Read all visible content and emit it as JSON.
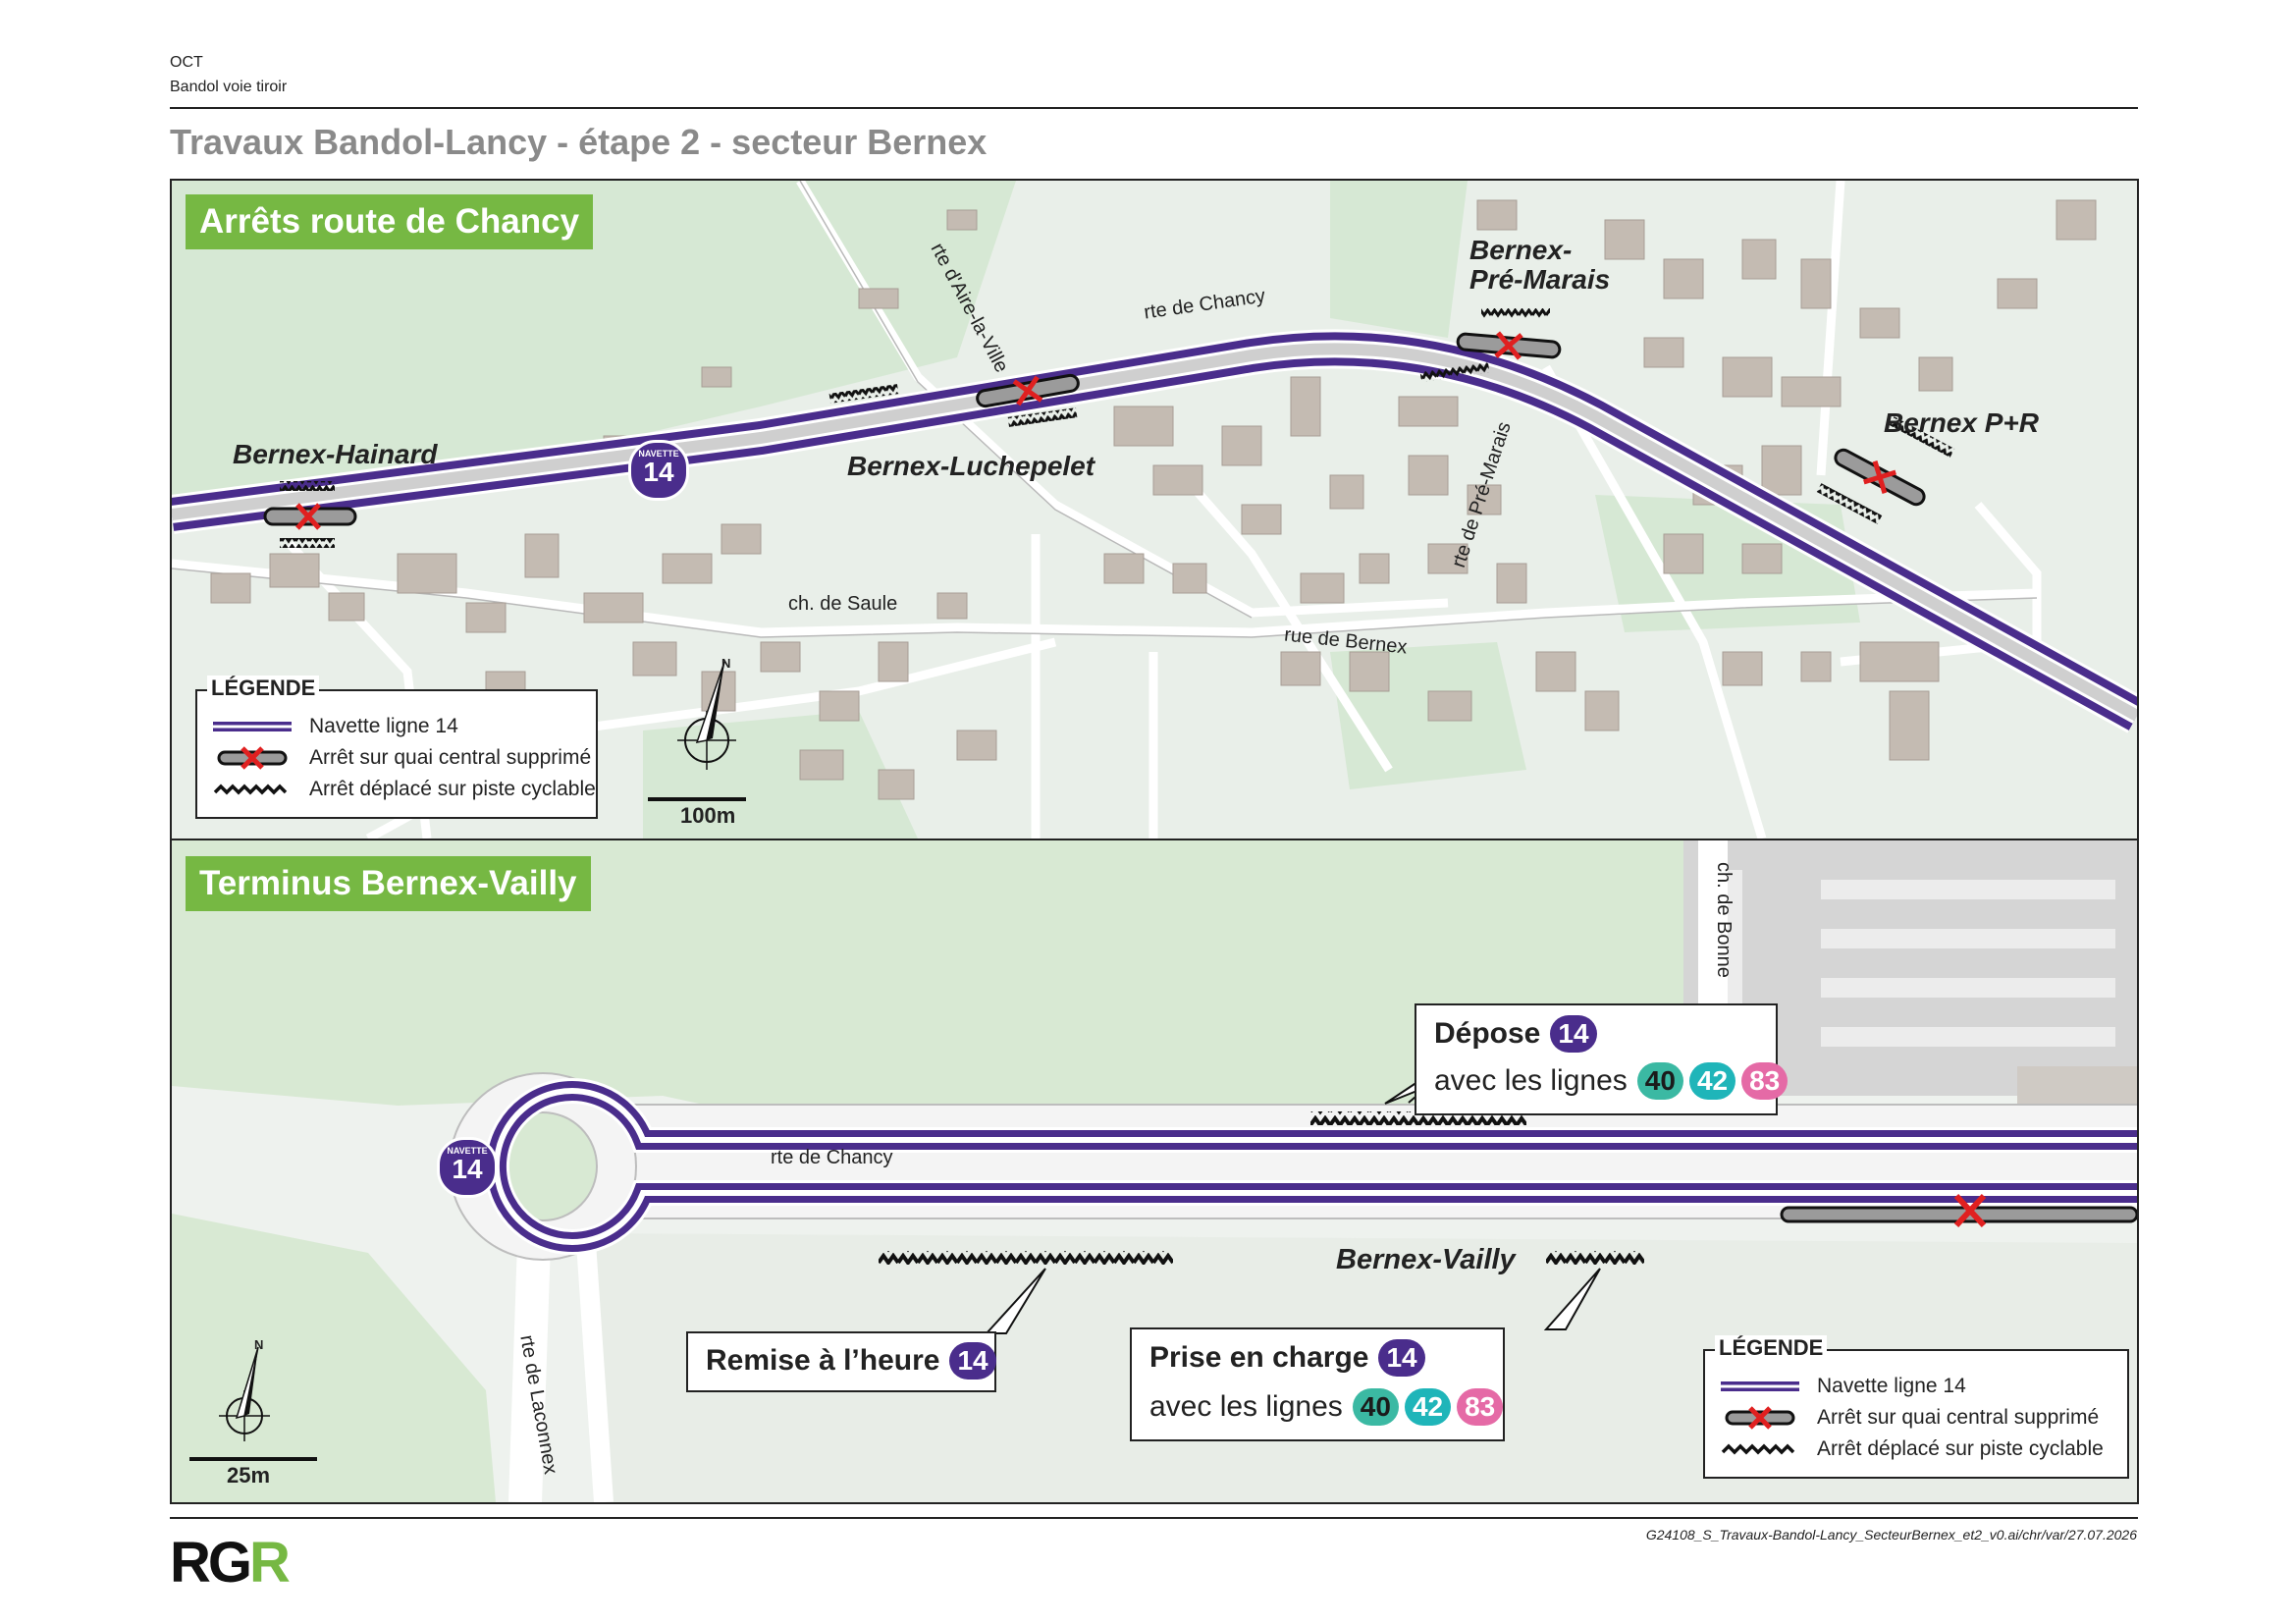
{
  "header": {
    "org": "OCT",
    "subtitle": "Bandol voie tiroir",
    "title": "Travaux Bandol-Lancy - étape 2 - secteur Bernex"
  },
  "panel_top": {
    "label": "Arrêts route de Chancy",
    "roads": {
      "chancy": "rte de Chancy",
      "aire": "rte d'Aire-la-Ville",
      "pre_marais": "rte de Pré-Marais",
      "saule": "ch. de Saule",
      "bernex": "rue de Bernex"
    },
    "stops": {
      "hainard": "Bernex-Hainard",
      "luchepelet": "Bernex-Luchepelet",
      "pre_marais_1": "Bernex-",
      "pre_marais_2": "Pré-Marais",
      "pr": "Bernex P+R"
    },
    "shuttle_badge": {
      "small": "NAVETTE",
      "number": "14"
    },
    "scale": "100m",
    "north": "N"
  },
  "panel_bottom": {
    "label": "Terminus Bernex-Vailly",
    "roads": {
      "chancy": "rte de Chancy",
      "bonne": "ch. de Bonne",
      "laconnex": "rte de Laconnex"
    },
    "stop": "Bernex-Vailly",
    "shuttle_badge": {
      "small": "NAVETTE",
      "number": "14"
    },
    "depose": {
      "title": "Dépose",
      "line": "14",
      "with": "avec les lignes",
      "lines": [
        "40",
        "42",
        "83"
      ]
    },
    "prise": {
      "title": "Prise en charge",
      "line": "14",
      "with": "avec les lignes",
      "lines": [
        "40",
        "42",
        "83"
      ]
    },
    "remise": {
      "title": "Remise à l’heure",
      "line": "14"
    },
    "scale": "25m",
    "north": "N"
  },
  "legend": {
    "title": "LÉGENDE",
    "items": [
      "Navette ligne 14",
      "Arrêt sur quai central supprimé",
      "Arrêt déplacé sur piste cyclable"
    ]
  },
  "footer": {
    "file": "G24108_S_Travaux-Bandol-Lancy_SecteurBernex_et2_v0.ai/chr/var/27.07.2026",
    "logo_a": "RG",
    "logo_b": "R"
  },
  "colors": {
    "shuttle": "#4a2d8c",
    "stop_removed": "#e02020",
    "panel_label": "#76b843",
    "line40": "#3bb9a3",
    "line42": "#1fb5b9",
    "line83": "#e56aa6"
  }
}
